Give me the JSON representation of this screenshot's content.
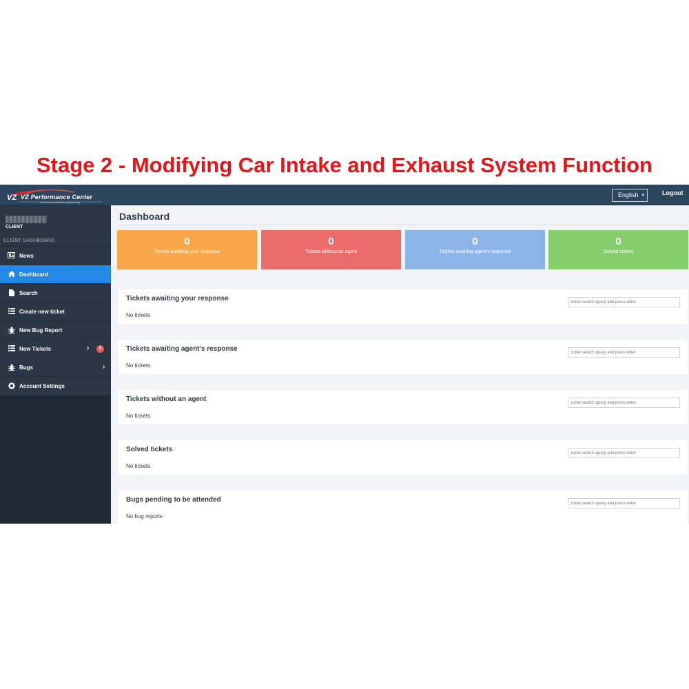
{
  "banner": {
    "title": "Stage 2 - Modifying Car Intake and Exhaust System Function"
  },
  "topbar": {
    "logo_text": "VZ Performance Center",
    "logo_sub": "Automotive software engineering",
    "language": "English",
    "logout": "Logout"
  },
  "sidebar": {
    "user_role": "CLIENT",
    "section_title": "CLIENT DASHBOARD",
    "items": [
      {
        "label": "News",
        "icon": "newspaper-icon"
      },
      {
        "label": "Dashboard",
        "icon": "home-icon"
      },
      {
        "label": "Search",
        "icon": "document-icon"
      },
      {
        "label": "Create new ticket",
        "icon": "list-icon"
      },
      {
        "label": "New Bug Report",
        "icon": "bug-icon"
      },
      {
        "label": "New Tickets",
        "icon": "list-icon",
        "badge": "0"
      },
      {
        "label": "Bugs",
        "icon": "bug-icon"
      },
      {
        "label": "Account Settings",
        "icon": "gear-icon"
      }
    ]
  },
  "main": {
    "title": "Dashboard",
    "stats": [
      {
        "value": "0",
        "label": "Tickets awaiting your response",
        "color": "#f9a54a"
      },
      {
        "value": "0",
        "label": "Tickets without an agent",
        "color": "#ec6b6b"
      },
      {
        "value": "0",
        "label": "Tickets awaiting agent's response",
        "color": "#8db4e6"
      },
      {
        "value": "0",
        "label": "Solved tickets",
        "color": "#86cd6b"
      }
    ],
    "panels": [
      {
        "title": "Tickets awaiting your response",
        "empty": "No tickets",
        "placeholder": "Enter search query and press enter"
      },
      {
        "title": "Tickets awaiting agent's response",
        "empty": "No tickets",
        "placeholder": "Enter search query and press enter"
      },
      {
        "title": "Tickets without an agent",
        "empty": "No tickets",
        "placeholder": "Enter search query and press enter"
      },
      {
        "title": "Solved tickets",
        "empty": "No tickets",
        "placeholder": "Enter search query and press enter"
      },
      {
        "title": "Bugs pending to be attended",
        "empty": "No bug reports",
        "placeholder": "Enter search query and press enter"
      }
    ]
  },
  "colors": {
    "topbar": "#2c4660",
    "sidebar": "#2b3744",
    "active": "#2489e6",
    "banner": "#e3161b"
  }
}
